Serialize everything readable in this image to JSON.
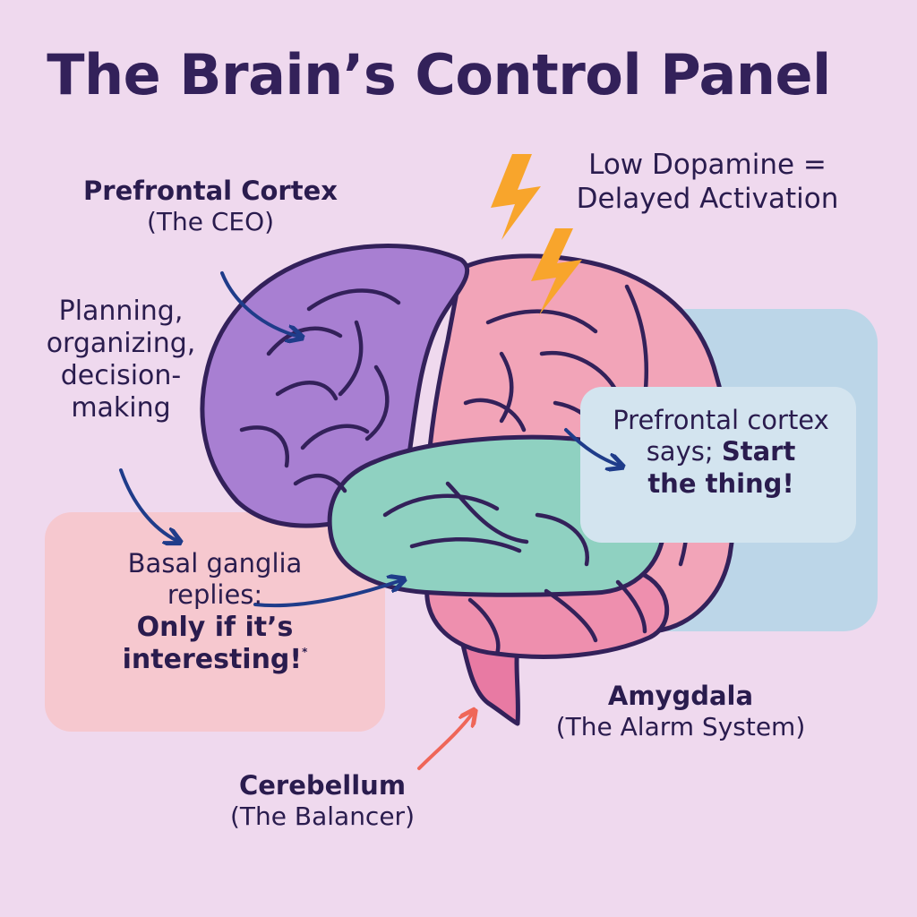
{
  "title": "The Brain’s Control Panel",
  "labels": {
    "prefrontal": {
      "name": "Prefrontal Cortex",
      "role": "(The CEO)"
    },
    "planning": [
      "Planning,",
      "organizing,",
      "decision-",
      "making"
    ],
    "dopamine": [
      "Low Dopamine =",
      "Delayed Activation"
    ],
    "pfc_says": {
      "line1": "Prefrontal cortex",
      "line2_prefix": "says; ",
      "line2_bold": "Start",
      "line3_bold": "the thing!"
    },
    "basal": {
      "line1": "Basal ganglia",
      "line2": "replies:",
      "line3_bold": "Only if it’s",
      "line4_bold": "interesting!",
      "mark": "*"
    },
    "amygdala": {
      "name": "Amygdala",
      "role": "(The Alarm System)"
    },
    "cerebellum": {
      "name": "Cerebellum",
      "role": "(The Balancer)"
    }
  },
  "colors": {
    "background": "#efd9ee",
    "frontal_lobe": "#a87fd2",
    "parietal_lobe": "#f2a4b8",
    "temporal_lobe": "#8fd1c1",
    "brainstem": "#e87aa3",
    "outline": "#33215a",
    "bolt": "#f8a52c",
    "box_pink": "#f6c8cf",
    "box_blue": "#bcd6e8",
    "box_light": "#d3e4ef",
    "arrow_blue": "#1f3c8a",
    "arrow_red": "#ef6658"
  },
  "icons": [
    "lightning-bolt-icon",
    "lightning-bolt-icon"
  ]
}
